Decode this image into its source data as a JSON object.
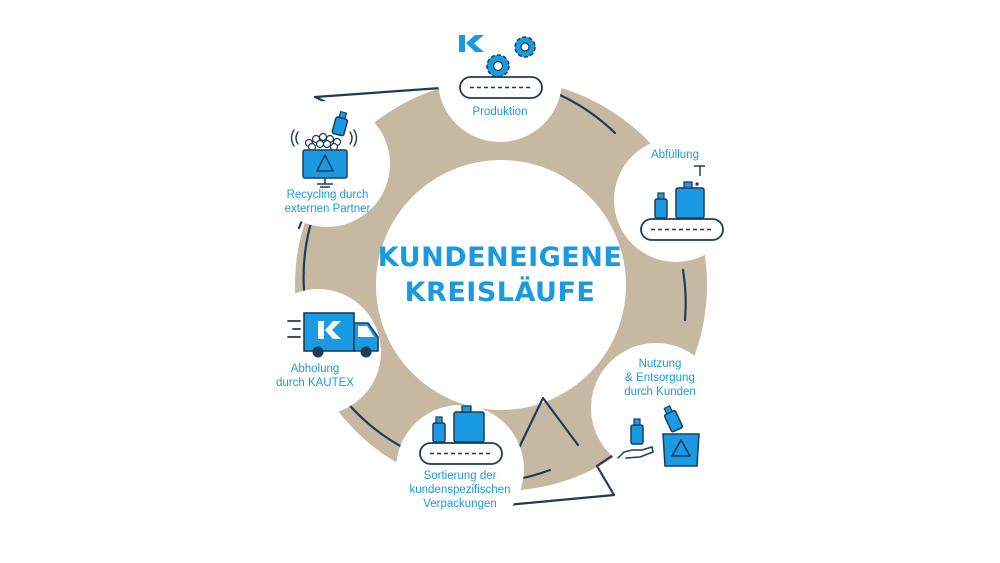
{
  "title": {
    "line1": "KUNDENEIGENE",
    "line2": "KREISLÄUFE"
  },
  "stages": {
    "produktion": "Produktion",
    "abfuellung": "Abfüllung",
    "nutzung": [
      "Nutzung",
      "& Entsorgung",
      "durch Kunden"
    ],
    "sortierung": [
      "Sortierung der",
      "kundenspezifischen",
      "Verpackungen"
    ],
    "abholung": [
      "Abholung",
      "durch KAUTEX"
    ],
    "recycling": [
      "Recycling durch",
      "externen Partner"
    ]
  },
  "brand_mark": "K",
  "colors": {
    "ring": "#c7b9a1",
    "accent": "#1a9ae0",
    "line": "#1d3c5a",
    "white": "#ffffff"
  },
  "icons": [
    "gears-icon",
    "conveyor-icon",
    "canister-icon",
    "bottle-icon",
    "hand-icon",
    "recycle-icon",
    "truck-icon",
    "shredder-icon",
    "logo-k-icon"
  ]
}
